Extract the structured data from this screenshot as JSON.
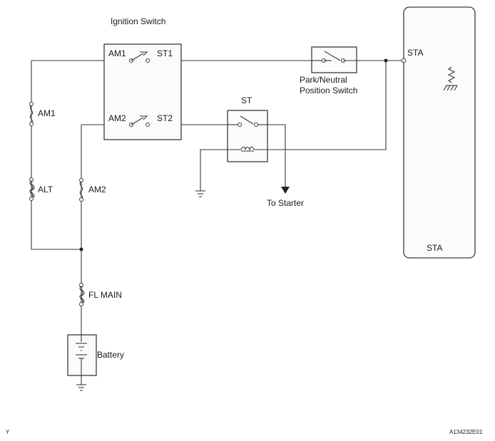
{
  "labels": {
    "ignition_switch": "Ignition Switch",
    "am1_terminal": "AM1",
    "st1_terminal": "ST1",
    "am2_terminal": "AM2",
    "st2_terminal": "ST2",
    "st_relay": "ST",
    "park_neutral_line1": "Park/Neutral",
    "park_neutral_line2": "Position Switch",
    "sta": "STA",
    "ecm_sta": "STA",
    "am1_fuse": "AM1",
    "alt_fuse": "ALT",
    "am2_fuse": "AM2",
    "fl_main_fuse": "FL MAIN",
    "battery": "Battery",
    "to_starter": "To Starter",
    "corner_left": "Y",
    "figure_code": "A134232E01"
  }
}
